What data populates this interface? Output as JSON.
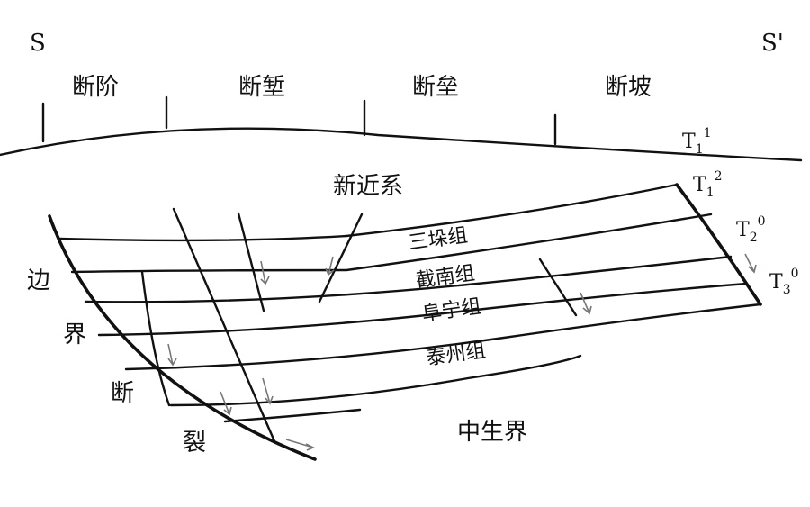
{
  "section": {
    "left_end": "S",
    "right_end": "S'"
  },
  "zones": [
    "断阶",
    "断堑",
    "断垒",
    "断坡"
  ],
  "horizons": {
    "t1_1": {
      "base": "T",
      "sub": "1",
      "sup": "1"
    },
    "t1_2": {
      "base": "T",
      "sub": "1",
      "sup": "2"
    },
    "t2_0": {
      "base": "T",
      "sub": "2",
      "sup": "0"
    },
    "t3_0": {
      "base": "T",
      "sub": "3",
      "sup": "0"
    }
  },
  "units": {
    "neogene": "新近系",
    "sanduo": "三垛组",
    "dainan": "截南组",
    "funing": "阜宁组",
    "taizhou": "泰州组",
    "mesozoic": "中生界"
  },
  "boundary_fault": [
    "边",
    "界",
    "断",
    "裂"
  ]
}
